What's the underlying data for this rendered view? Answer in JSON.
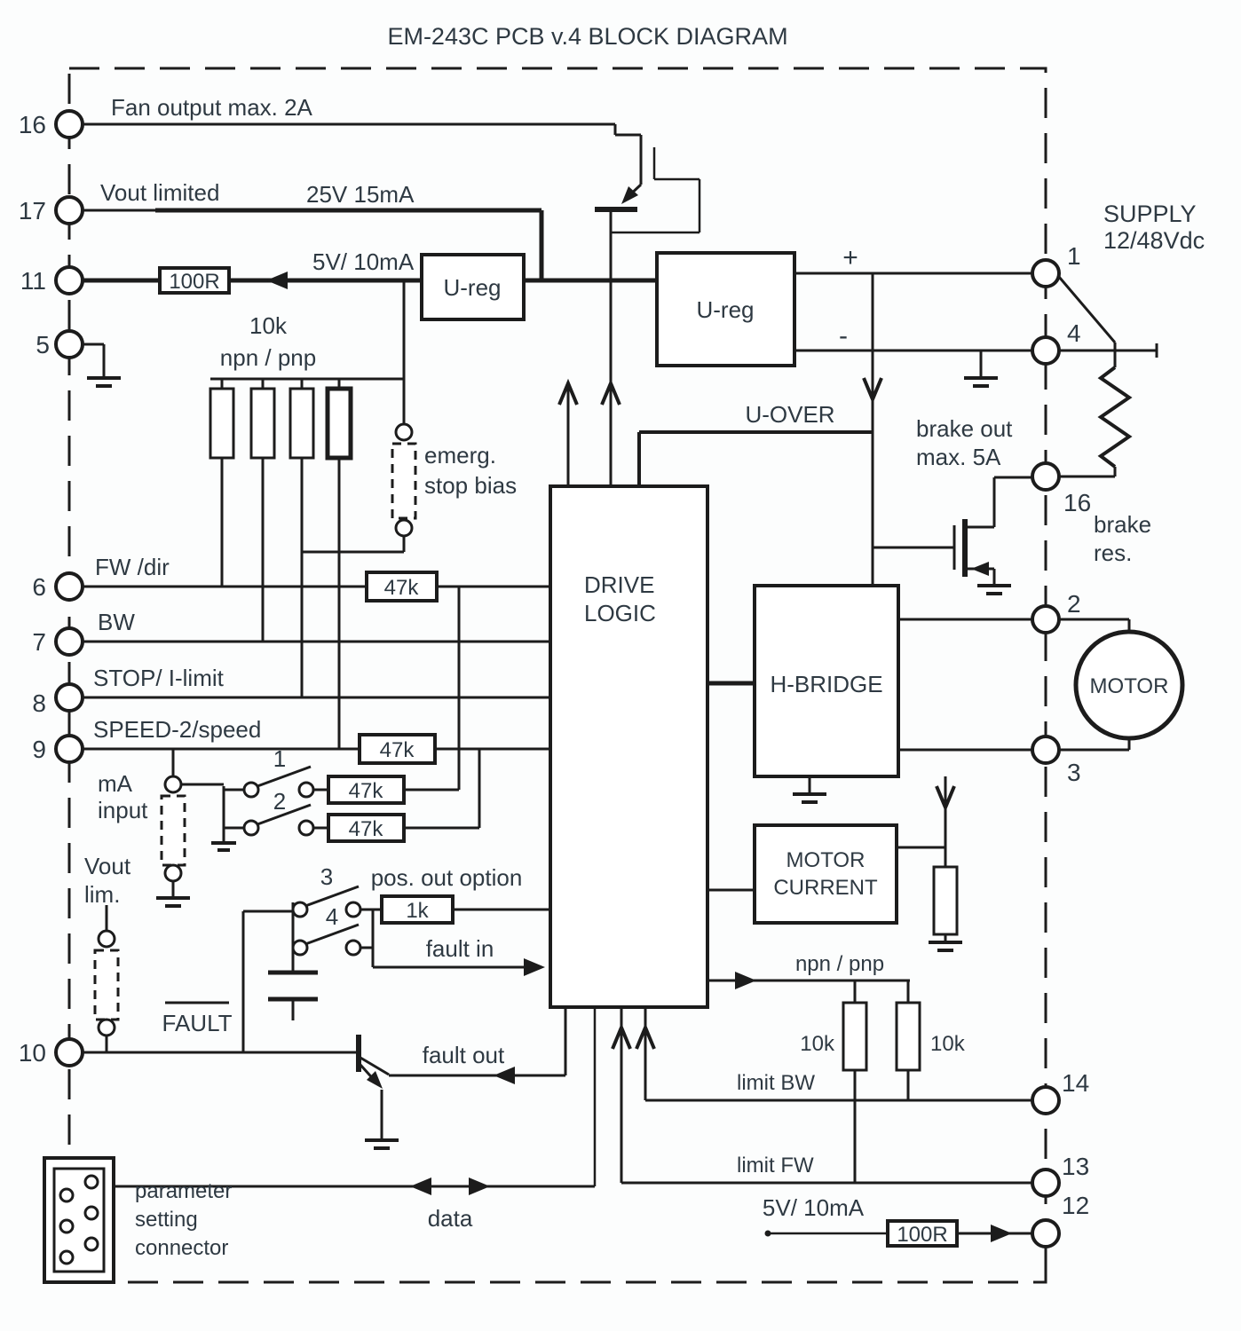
{
  "title": "EM-243C PCB v.4 BLOCK DIAGRAM",
  "colors": {
    "line": "#1c1c1c",
    "text": "#2e3942",
    "background": "#fcfdfd"
  },
  "supply": {
    "label_1": "SUPPLY",
    "label_2": "12/48Vdc",
    "plus": "+",
    "minus": "-"
  },
  "terminals": {
    "l16": "16",
    "l17": "17",
    "l11": "11",
    "l5": "5",
    "l6": "6",
    "l7": "7",
    "l8": "8",
    "l9": "9",
    "l10": "10",
    "r1": "1",
    "r4": "4",
    "r16": "16",
    "r2": "2",
    "r3": "3",
    "r14": "14",
    "r13": "13",
    "r12": "12"
  },
  "ports": {
    "fan_output": "Fan output max. 2A",
    "vout_limited": "Vout limited",
    "v25": "25V 15mA",
    "v5_top": "5V/ 10mA",
    "fw": "FW /dir",
    "bw": "BW",
    "stop": "STOP/ I-limit",
    "speed": "SPEED-2/speed",
    "ma_1": "mA",
    "ma_2": "input",
    "vout_lim_1": "Vout",
    "vout_lim_2": "lim.",
    "pullups_value": "10k",
    "pullups_type": "npn / pnp",
    "emerg_1": "emerg.",
    "emerg_2": "stop bias",
    "pos_out": "pos. out option",
    "fault_in": "fault in",
    "fault": "FAULT",
    "fault_out": "fault out",
    "u_over": "U-OVER",
    "brake_out_1": "brake out",
    "brake_out_2": "max. 5A",
    "brake_res_1": "brake",
    "brake_res_2": "res.",
    "npn_pnp_bottom": "npn / pnp",
    "r10k_left": "10k",
    "r10k_right": "10k",
    "limit_bw": "limit BW",
    "limit_fw": "limit FW",
    "v5_bottom": "5V/ 10mA",
    "data": "data",
    "connector_1": "parameter",
    "connector_2": "setting",
    "connector_3": "connector"
  },
  "blocks": {
    "ureg_small": "U-reg",
    "ureg_main": "U-reg",
    "drive_1": "DRIVE",
    "drive_2": "LOGIC",
    "hbridge": "H-BRIDGE",
    "motor": "MOTOR",
    "motor_current_1": "MOTOR",
    "motor_current_2": "CURRENT"
  },
  "resistors": {
    "r100_top": "100R",
    "r100_bottom": "100R",
    "r47k_fw": "47k",
    "r47k_speed": "47k",
    "r47k_sw1": "47k",
    "r47k_sw2": "47k",
    "r1k": "1k"
  },
  "switches": {
    "s1": "1",
    "s2": "2",
    "s3": "3",
    "s4": "4"
  }
}
